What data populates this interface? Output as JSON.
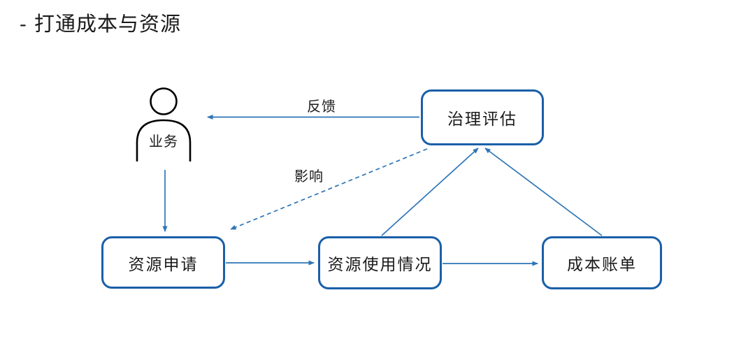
{
  "page": {
    "background": "#ffffff",
    "title": "- 打通成本与资源"
  },
  "diagram": {
    "actor": {
      "label": "业务",
      "icon": "person-outline-icon"
    },
    "nodes": [
      {
        "id": "govern",
        "label": "治理评估"
      },
      {
        "id": "apply",
        "label": "资源申请"
      },
      {
        "id": "usage",
        "label": "资源使用情况"
      },
      {
        "id": "cost",
        "label": "成本账单"
      }
    ],
    "edges": [
      {
        "from": "govern",
        "to": "actor",
        "label": "反馈",
        "style": "solid"
      },
      {
        "from": "govern",
        "to": "apply",
        "label": "影响",
        "style": "dashed"
      },
      {
        "from": "actor",
        "to": "apply",
        "label": "",
        "style": "solid"
      },
      {
        "from": "apply",
        "to": "usage",
        "label": "",
        "style": "solid"
      },
      {
        "from": "usage",
        "to": "cost",
        "label": "",
        "style": "solid"
      },
      {
        "from": "usage",
        "to": "govern",
        "label": "",
        "style": "solid"
      },
      {
        "from": "cost",
        "to": "govern",
        "label": "",
        "style": "solid"
      }
    ],
    "colors": {
      "node_border": "#1A5FA8",
      "connector": "#2E75B6",
      "actor_stroke": "#000000",
      "text": "#1a1a1a"
    }
  }
}
